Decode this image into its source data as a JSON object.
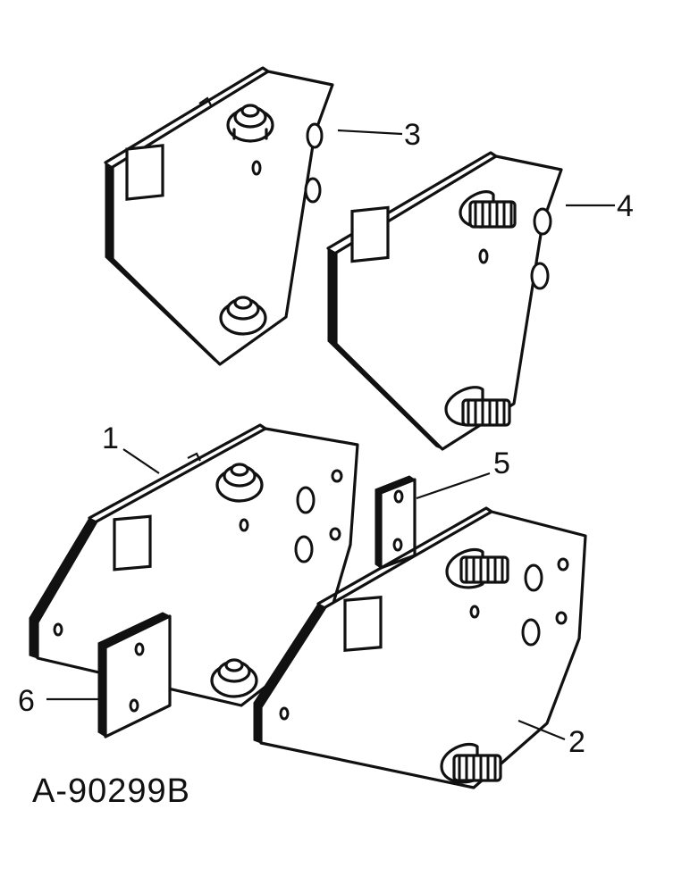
{
  "figure_id": "A-90299B",
  "callouts": {
    "c1": "1",
    "c2": "2",
    "c3": "3",
    "c4": "4",
    "c5": "5",
    "c6": "6"
  }
}
